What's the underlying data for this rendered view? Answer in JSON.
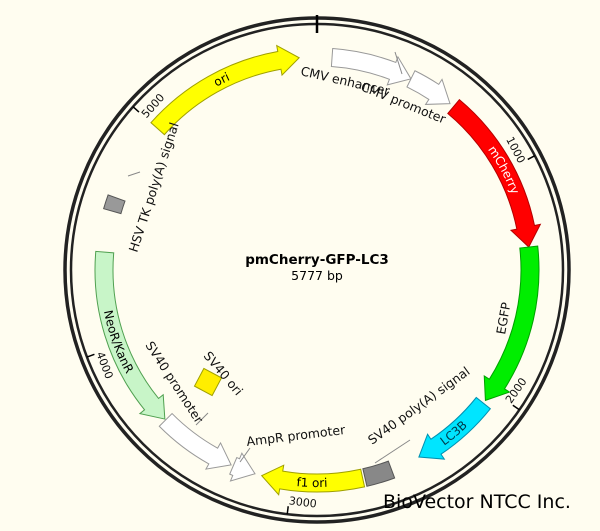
{
  "plasmid": {
    "name": "pmCherry-GFP-LC3",
    "length_label": "5777 bp",
    "length_bp": 5777
  },
  "watermark": "BioVector NTCC Inc.",
  "ticks": [
    {
      "label": "1000",
      "bp": 1000
    },
    {
      "label": "2000",
      "bp": 2000
    },
    {
      "label": "3000",
      "bp": 3000
    },
    {
      "label": "4000",
      "bp": 4000
    },
    {
      "label": "5000",
      "bp": 5000
    }
  ],
  "features": [
    {
      "id": "cmv-enhancer",
      "start": 65,
      "end": 420,
      "fill": "#ffffff",
      "stroke": "#999999",
      "arrow": true,
      "dir": 1
    },
    {
      "id": "cmv-promoter",
      "start": 420,
      "end": 620,
      "fill": "#ffffff",
      "stroke": "#999999",
      "arrow": true,
      "dir": 1
    },
    {
      "id": "mcherry",
      "start": 640,
      "end": 1345,
      "fill": "#ff0000",
      "stroke": "#b40000",
      "arrow": true,
      "dir": 1,
      "text": "mCherry",
      "text_color": "#ffffff"
    },
    {
      "id": "egfp",
      "start": 1345,
      "end": 2050,
      "fill": "#00ee00",
      "stroke": "#00a000",
      "arrow": true,
      "dir": 1
    },
    {
      "id": "lc3b",
      "start": 2065,
      "end": 2430,
      "fill": "#00e5ff",
      "stroke": "#0090b0",
      "arrow": true,
      "dir": 1,
      "text": "LC3B",
      "text_color": "#003a4a"
    },
    {
      "id": "sv40-polya",
      "start": 2560,
      "end": 2680,
      "fill": "#888888",
      "stroke": "#555555",
      "arrow": false,
      "dir": 0
    },
    {
      "id": "f1-ori",
      "start": 2690,
      "end": 3130,
      "fill": "#ffff00",
      "stroke": "#a0a000",
      "arrow": true,
      "dir": 1,
      "text": "f1 ori",
      "text_color": "#000000"
    },
    {
      "id": "ampr-promoter",
      "start": 3160,
      "end": 3260,
      "fill": "#ffffff",
      "stroke": "#999999",
      "arrow": true,
      "dir": -1
    },
    {
      "id": "sv40-promoter",
      "start": 3270,
      "end": 3615,
      "fill": "#ffffff",
      "stroke": "#999999",
      "arrow": true,
      "dir": -1
    },
    {
      "id": "neor-kanr",
      "start": 3620,
      "end": 4410,
      "fill": "#c8f5c8",
      "stroke": "#50a050",
      "arrow": true,
      "dir": -1,
      "text": "NeoR/KanR",
      "text_color": "#000000"
    },
    {
      "id": "hsv-tk-polya",
      "start": 4590,
      "end": 4650,
      "fill": "#999999",
      "stroke": "#555555",
      "arrow": false,
      "dir": 0
    },
    {
      "id": "ori",
      "start": 5000,
      "end": 5700,
      "fill": "#ffff00",
      "stroke": "#a0a000",
      "arrow": true,
      "dir": 1,
      "text": "ori",
      "text_color": "#000000"
    }
  ],
  "labels": {
    "cmv_enhancer": "CMV enhancer",
    "cmv_promoter": "CMV promoter",
    "egfp": "EGFP",
    "sv40_polya": "SV40 poly(A) signal",
    "ampr_promoter": "AmpR promoter",
    "sv40_promoter": "SV40 promoter",
    "sv40_ori": "SV40 ori",
    "hsv_tk_polya": "HSV TK poly(A) signal"
  },
  "colors": {
    "background": "#fffdf0",
    "backbone": "#222222",
    "sv40_ori_box": "#ffee00"
  }
}
